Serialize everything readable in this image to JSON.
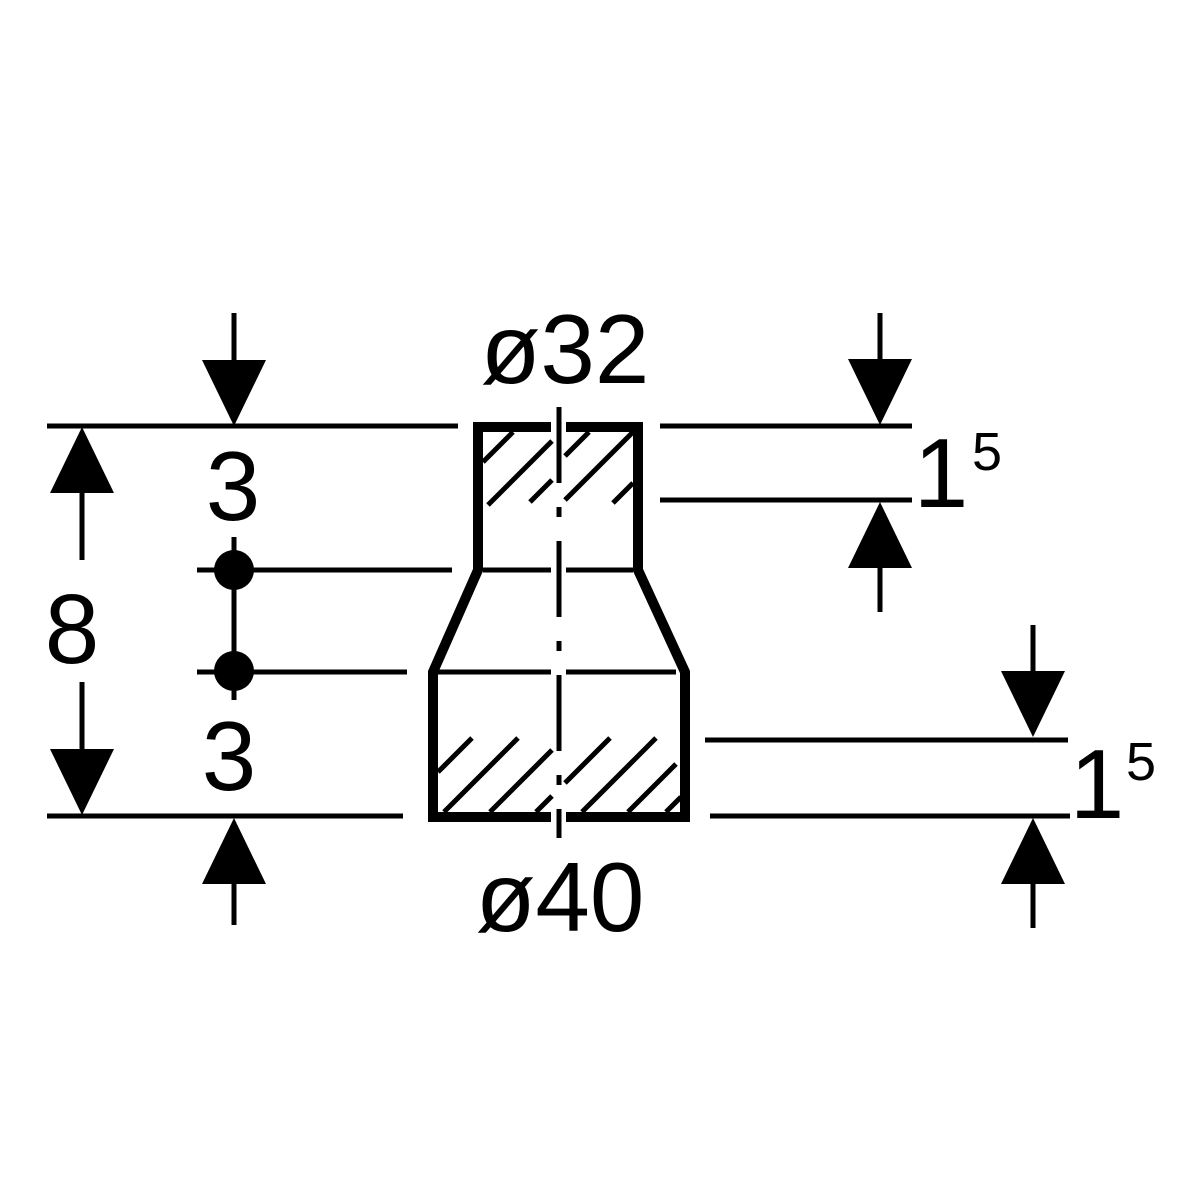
{
  "drawing": {
    "description": "Technical dimension drawing of a concentric pipe reducer fitting, cross-section with hatching",
    "ink_color": "#000000",
    "background_color": "#ffffff",
    "labels": {
      "top_diameter": "ø32",
      "bottom_diameter": "ø40",
      "offset_top": "3",
      "overall_height": "8",
      "offset_bottom": "3",
      "wall_top_value": "1",
      "wall_top_superscript": "5",
      "wall_bottom_value": "1",
      "wall_bottom_superscript": "5"
    }
  }
}
